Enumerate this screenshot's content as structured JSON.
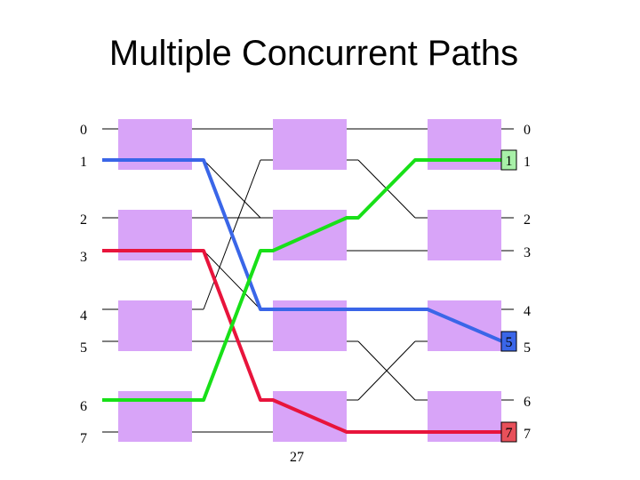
{
  "title": "Multiple Concurrent Paths",
  "page_number": "27",
  "input_ports": [
    "0",
    "1",
    "2",
    "3",
    "4",
    "5",
    "6",
    "7"
  ],
  "output_ports": [
    "0",
    "1",
    "2",
    "3",
    "4",
    "5",
    "6",
    "7"
  ],
  "colors": {
    "switch_fill": "#d8a4f8",
    "wire": "#000000",
    "path_blue": "#3a66e8",
    "path_red": "#e8143c",
    "path_green": "#18e018"
  },
  "paths": [
    {
      "color_key": "path_blue",
      "source": "1",
      "destination": "5",
      "tag": "5",
      "tag_color": "#3a66e8"
    },
    {
      "color_key": "path_red",
      "source": "3",
      "destination": "7",
      "tag": "7",
      "tag_color": "#e8505a"
    },
    {
      "color_key": "path_green",
      "source": "6",
      "destination": "1",
      "tag": "1",
      "tag_color": "#a8f0a8"
    }
  ]
}
